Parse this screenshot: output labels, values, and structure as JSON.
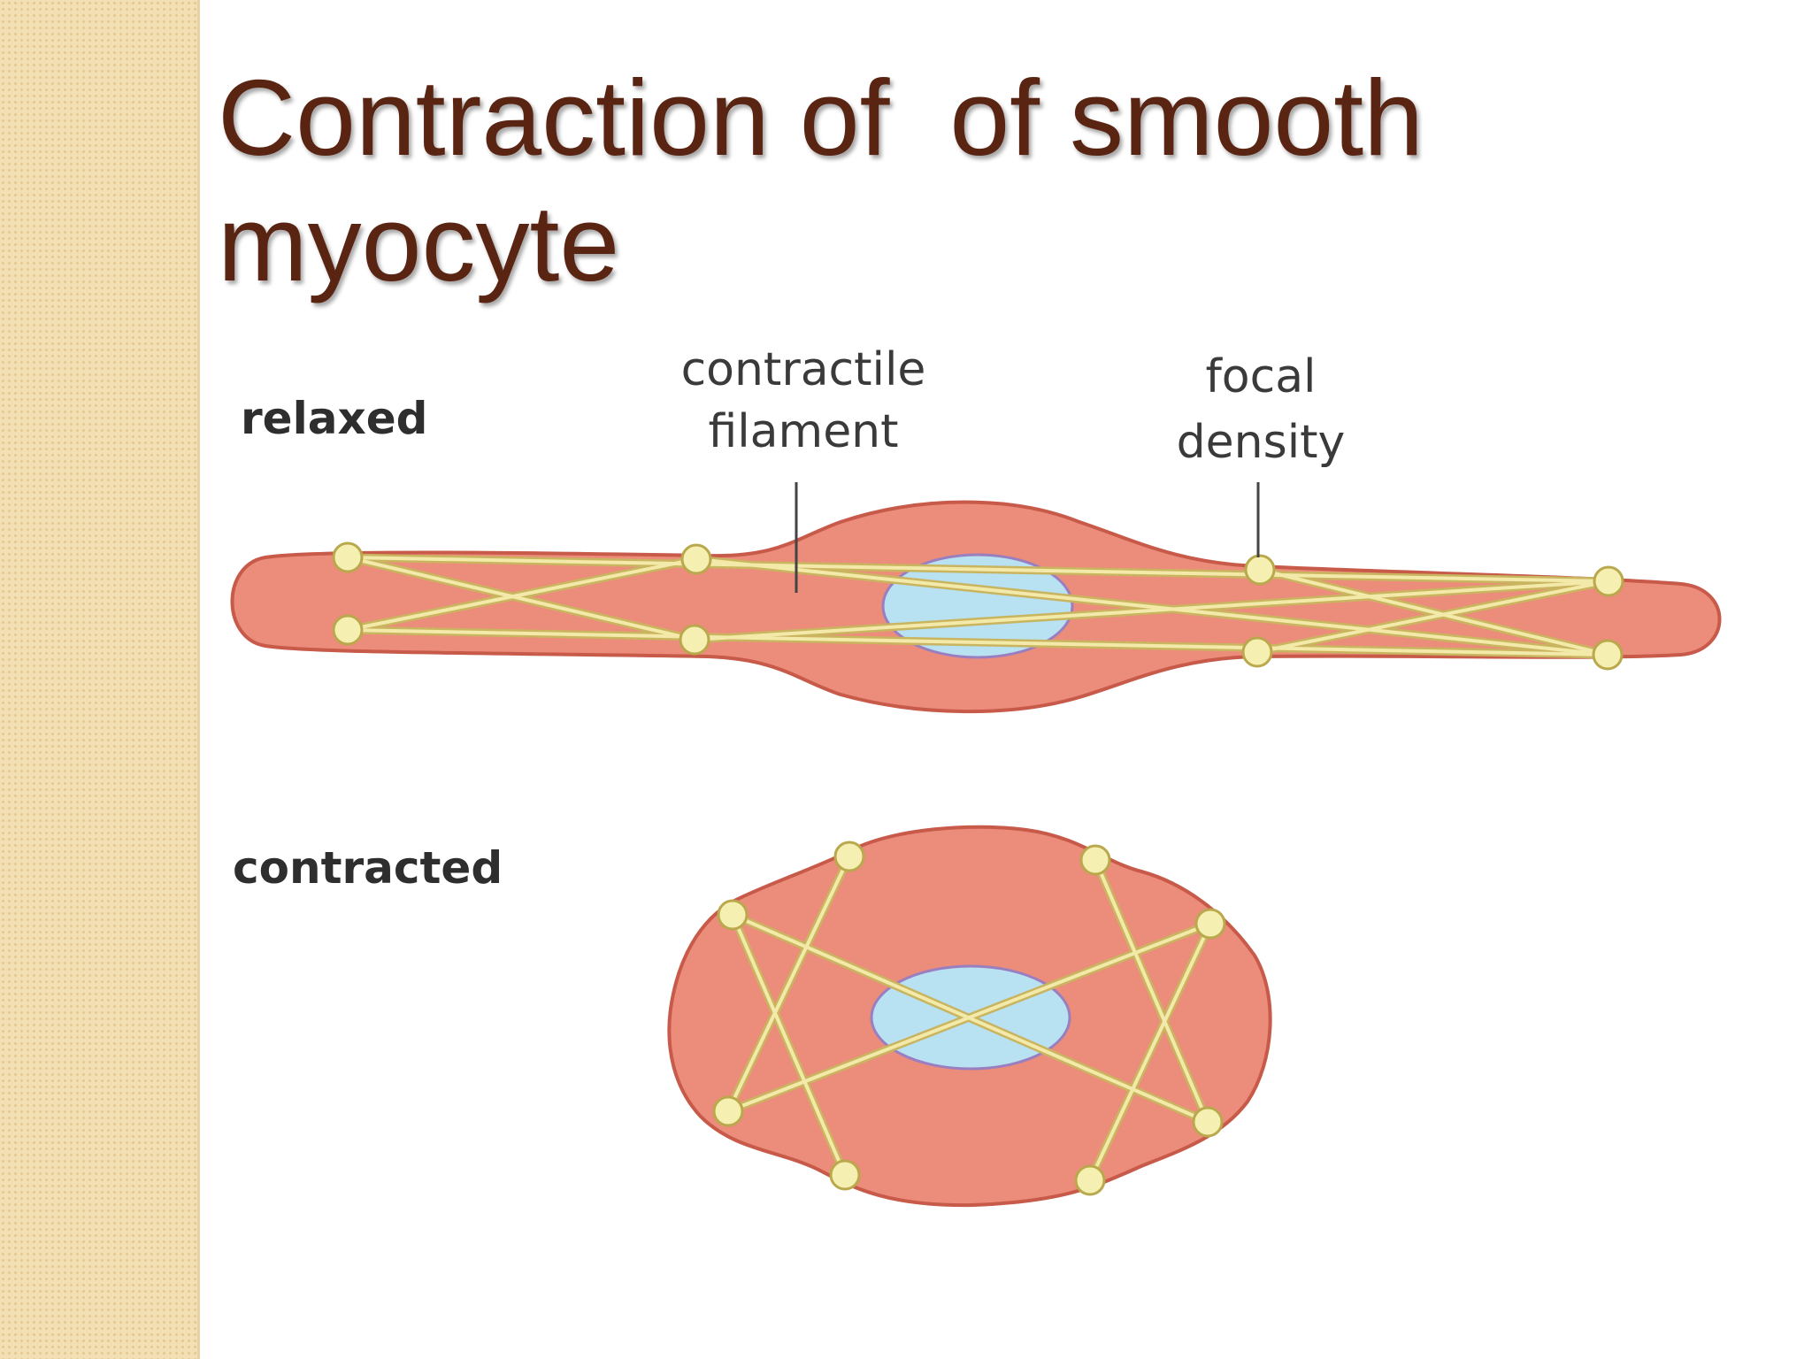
{
  "title": "Contraction of  of smooth\nmyocyte",
  "labels": {
    "relaxed": "relaxed",
    "contracted": "contracted",
    "contractile_filament_line1": "contractile",
    "contractile_filament_line2": "filament",
    "focal_density_line1": "focal",
    "focal_density_line2": "density"
  },
  "colors": {
    "title": "#5a2412",
    "cell": "#ec8c7a",
    "nucleus": "#b8e1f1",
    "filament": "#e9dc8e",
    "focal_density": "#f6efb2",
    "side_band": "#f2dfb4"
  }
}
